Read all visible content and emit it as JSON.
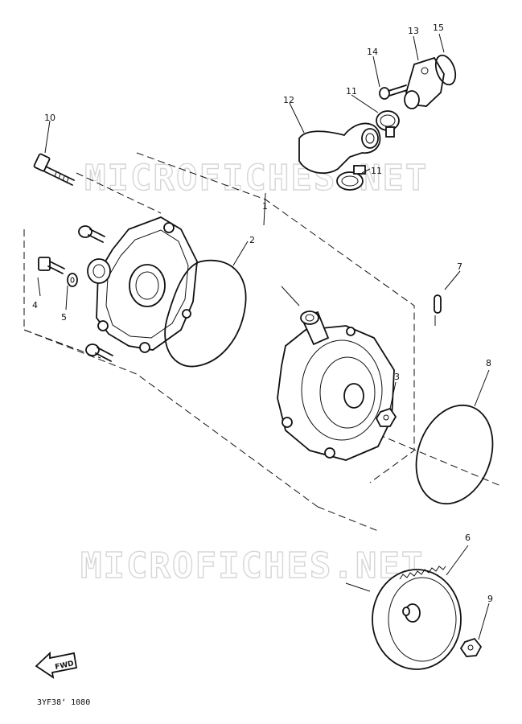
{
  "diagram": {
    "watermarks": [
      "MICROFICHES.NET",
      "MICROFICHES.NET"
    ],
    "fwd_label": "FWD",
    "diagram_code": "3YF38ʻ 1080",
    "callouts": [
      "1",
      "2",
      "3",
      "4",
      "5",
      "6",
      "7",
      "8",
      "9",
      "10",
      "11",
      "11",
      "12",
      "13",
      "14",
      "15"
    ]
  }
}
